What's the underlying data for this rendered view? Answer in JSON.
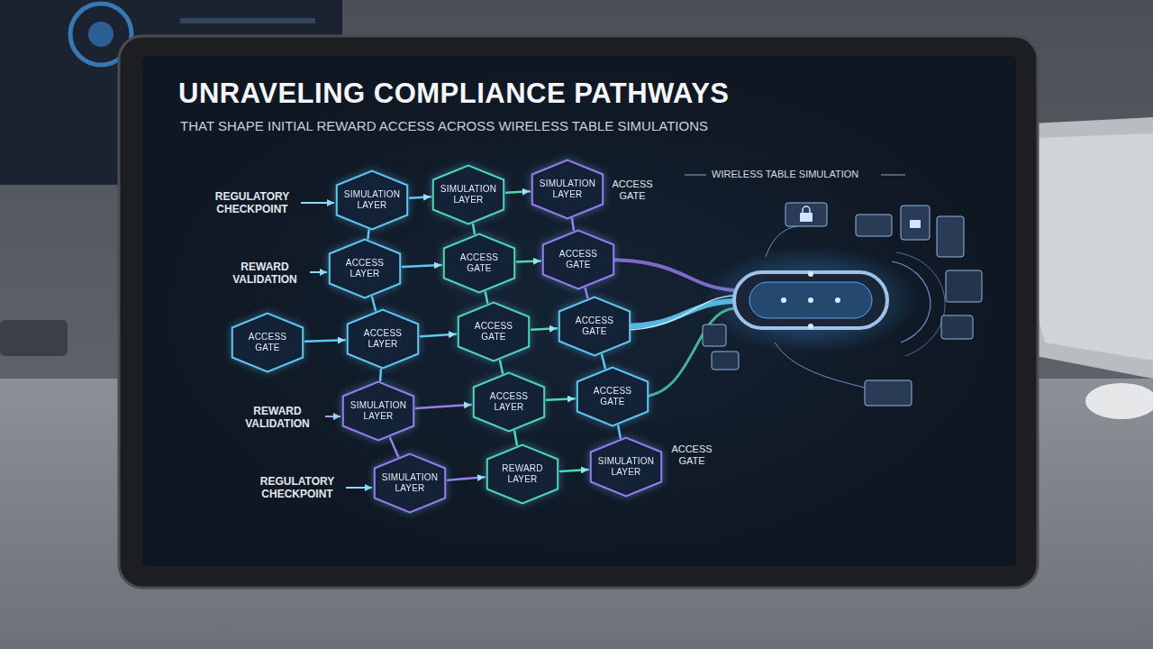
{
  "diagram": {
    "title": "UNRAVELING COMPLIANCE PATHWAYS",
    "nodes": [
      {
        "text": [
          "SIMULATION LAYER"
        ]
      },
      {
        "text": [
          "SIMULATION LAYER"
        ]
      },
      {
        "text": [
          "SIMULATION LAYER"
        ]
      },
      {
        "text": [
          "ACCESS LAYER"
        ]
      },
      {
        "text": [
          "ACCESS GATE"
        ]
      },
      {
        "text": [
          "ACCESS GATE"
        ]
      },
      {
        "text": [
          "ACCESS GATE"
        ]
      },
      {
        "text": [
          "ACCESS LAYER"
        ]
      },
      {
        "text": [
          "ACCESS GATE"
        ]
      },
      {
        "text": [
          "ACCESS GATE"
        ]
      },
      {
        "text": [
          "SIMULATION LAYER"
        ]
      },
      {
        "text": [
          "ACCESS LAYER"
        ]
      },
      {
        "text": [
          "ACCESS GATE"
        ]
      },
      {
        "text": [
          "SIMULATION LAYER"
        ]
      },
      {
        "text": [
          "REWARD LAYER"
        ]
      },
      {
        "text": [
          "SIMULATION LAYER"
        ]
      }
    ],
    "edges": [
      {
        "from": 0,
        "to": 1,
        "arrow": "to"
      },
      {
        "from": 1,
        "to": 2,
        "arrow": "to"
      },
      {
        "from": 3,
        "to": 4,
        "arrow": "to"
      },
      {
        "from": 4,
        "to": 5,
        "arrow": "to"
      },
      {
        "from": 6,
        "to": 7,
        "arrow": "to"
      },
      {
        "from": 7,
        "to": 8,
        "arrow": "to"
      },
      {
        "from": 8,
        "to": 9,
        "arrow": "to"
      },
      {
        "from": 10,
        "to": 11,
        "arrow": "to"
      },
      {
        "from": 11,
        "to": 12,
        "arrow": "to"
      },
      {
        "from": 13,
        "to": 14,
        "arrow": "to"
      },
      {
        "from": 14,
        "to": 15,
        "arrow": "to"
      },
      {
        "from": 0,
        "to": 3,
        "arrow": "none"
      },
      {
        "from": 3,
        "to": 7,
        "arrow": "none"
      },
      {
        "from": 7,
        "to": 10,
        "arrow": "none"
      },
      {
        "from": 10,
        "to": 13,
        "arrow": "none"
      },
      {
        "from": 1,
        "to": 4,
        "arrow": "none"
      },
      {
        "from": 4,
        "to": 8,
        "arrow": "none"
      },
      {
        "from": 8,
        "to": 11,
        "arrow": "none"
      },
      {
        "from": 11,
        "to": 14,
        "arrow": "none"
      },
      {
        "from": 2,
        "to": 5,
        "arrow": "none"
      },
      {
        "from": 5,
        "to": 9,
        "arrow": "none"
      },
      {
        "from": 9,
        "to": 12,
        "arrow": "none"
      },
      {
        "from": 12,
        "to": 15,
        "arrow": "none"
      }
    ],
    "labels": [
      "THAT SHAPE INITIAL REWARD ACCESS ACROSS WIRELESS TABLE SIMULATIONS",
      "REGULATORY CHECKPOINT",
      "REWARD VALIDATION",
      "REWARD VALIDATION",
      "REGULATORY CHECKPOINT",
      "ACCESS GATE",
      "ACCESS GATE",
      "WIRELESS TABLE SIMULATION"
    ]
  }
}
